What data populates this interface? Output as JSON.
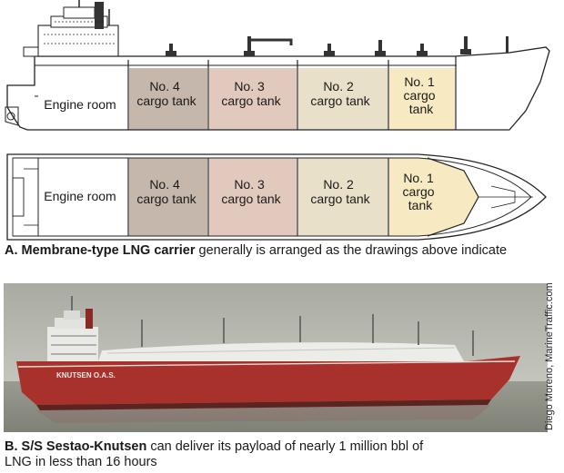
{
  "panel_a": {
    "side_view": {
      "compartments": [
        {
          "key": "engine",
          "lines": [
            "Engine room"
          ],
          "color": "#ffffff"
        },
        {
          "key": "tank4",
          "lines": [
            "No. 4",
            "cargo tank"
          ],
          "color": "#c5b7ac"
        },
        {
          "key": "tank3",
          "lines": [
            "No. 3",
            "cargo tank"
          ],
          "color": "#e2c9bd"
        },
        {
          "key": "tank2",
          "lines": [
            "No. 2",
            "cargo tank"
          ],
          "color": "#e8e0c8"
        },
        {
          "key": "tank1",
          "lines": [
            "No. 1",
            "cargo",
            "tank"
          ],
          "color": "#f7eac3"
        }
      ]
    },
    "top_view": {
      "compartments": [
        {
          "key": "engine",
          "lines": [
            "Engine room"
          ],
          "color": "#ffffff"
        },
        {
          "key": "tank4",
          "lines": [
            "No. 4",
            "cargo tank"
          ],
          "color": "#c5b7ac"
        },
        {
          "key": "tank3",
          "lines": [
            "No. 3",
            "cargo tank"
          ],
          "color": "#e2c9bd"
        },
        {
          "key": "tank2",
          "lines": [
            "No. 2",
            "cargo tank"
          ],
          "color": "#e8e0c8"
        },
        {
          "key": "tank1",
          "lines": [
            "No. 1",
            "cargo",
            "tank"
          ],
          "color": "#f7eac3"
        }
      ]
    },
    "caption_bold": "A. Membrane-type LNG carrier",
    "caption_text": " generally is arranged as the drawings above indicate"
  },
  "panel_b": {
    "hull_name": "KNUTSEN O.A.S.",
    "caption_bold": "B. S/S Sestao-Knutsen",
    "caption_text": " can deliver its payload of nearly 1 million bbl of LNG in less than 16 hours",
    "credit": "Diego Moreno, MarineTraffic.com",
    "colors": {
      "hull": "#a8322b",
      "water": "#8e9085",
      "sky": "#b9bbb4"
    }
  }
}
